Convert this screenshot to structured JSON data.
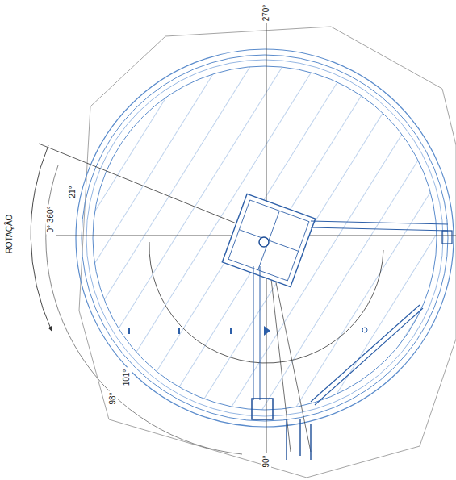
{
  "diagram": {
    "labels": [
      "ROTAÇÃO",
      "0° 360°",
      "270°",
      "21°",
      "101°",
      "98°",
      "90°"
    ]
  }
}
